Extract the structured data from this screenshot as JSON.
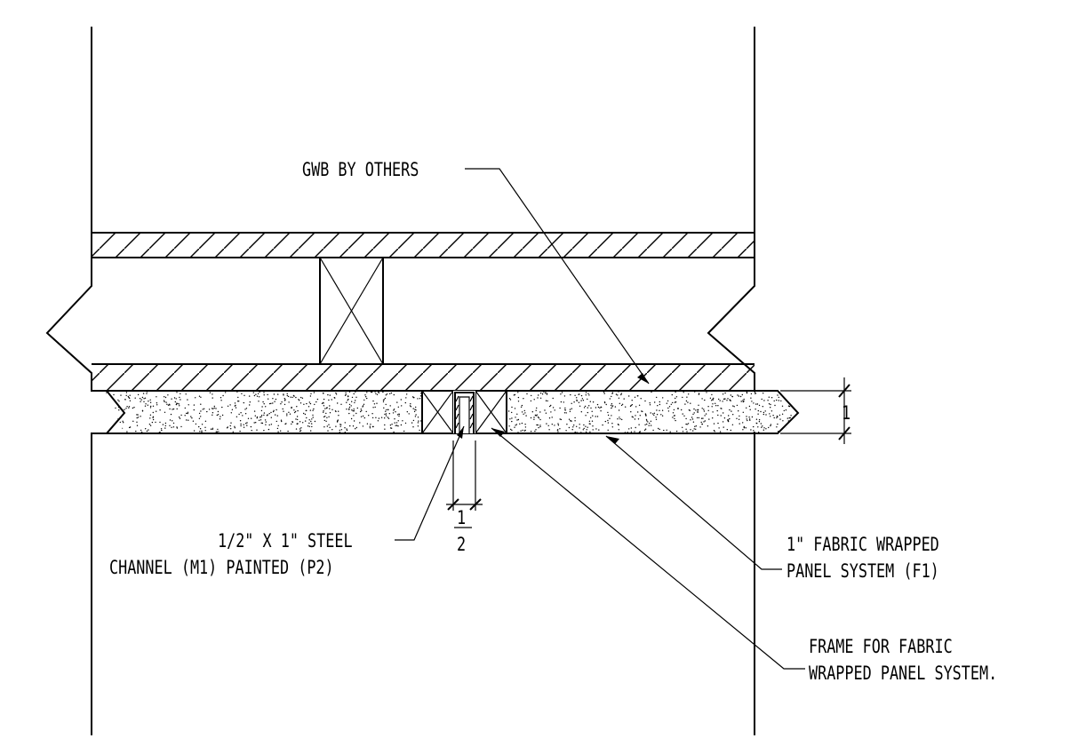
{
  "labels": {
    "gwb": "GWB BY OTHERS",
    "dim_one": "1",
    "fabric_panel_line1": "1\" FABRIC WRAPPED",
    "fabric_panel_line2": "PANEL SYSTEM (F1)",
    "channel_line1": "1/2\" X 1\" STEEL",
    "channel_line2": "CHANNEL (M1) PAINTED (P2)",
    "dim_half_num": "1",
    "dim_half_den": "2",
    "frame_line1": "FRAME FOR FABRIC",
    "frame_line2": "WRAPPED PANEL SYSTEM."
  }
}
